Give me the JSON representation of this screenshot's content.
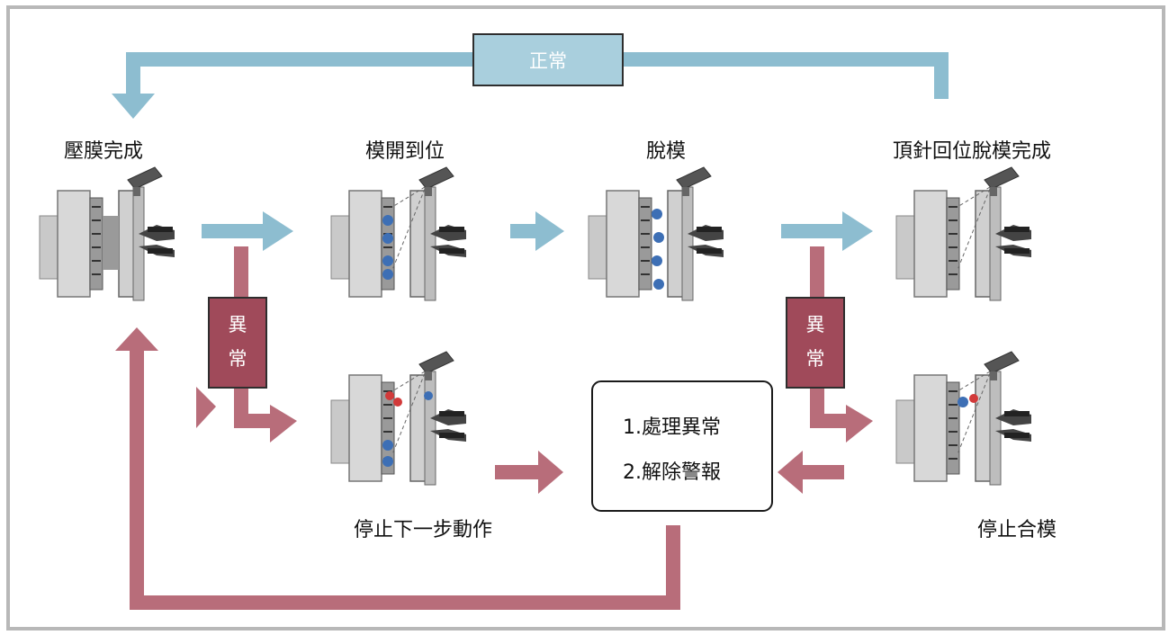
{
  "colors": {
    "normal_flow": "#8dbdd0",
    "normal_box": "#a9cfdd",
    "abnormal_flow": "#b86d7a",
    "abnormal_box": "#a04a5a",
    "frame": "#b8b8b8"
  },
  "top_tag": {
    "label": "正常"
  },
  "stages": [
    {
      "id": "press",
      "label": "壓膜完成"
    },
    {
      "id": "open",
      "label": "模開到位"
    },
    {
      "id": "eject",
      "label": "脫模"
    },
    {
      "id": "return",
      "label": "頂針回位脫模完成"
    }
  ],
  "abnormal_tag": {
    "char1": "異",
    "char2": "常"
  },
  "bottom_states": [
    {
      "id": "stop-next",
      "label": "停止下一步動作"
    },
    {
      "id": "stop-close",
      "label": "停止合模"
    }
  ],
  "action_box": {
    "items": [
      "1.處理異常",
      "2.解除警報"
    ]
  }
}
